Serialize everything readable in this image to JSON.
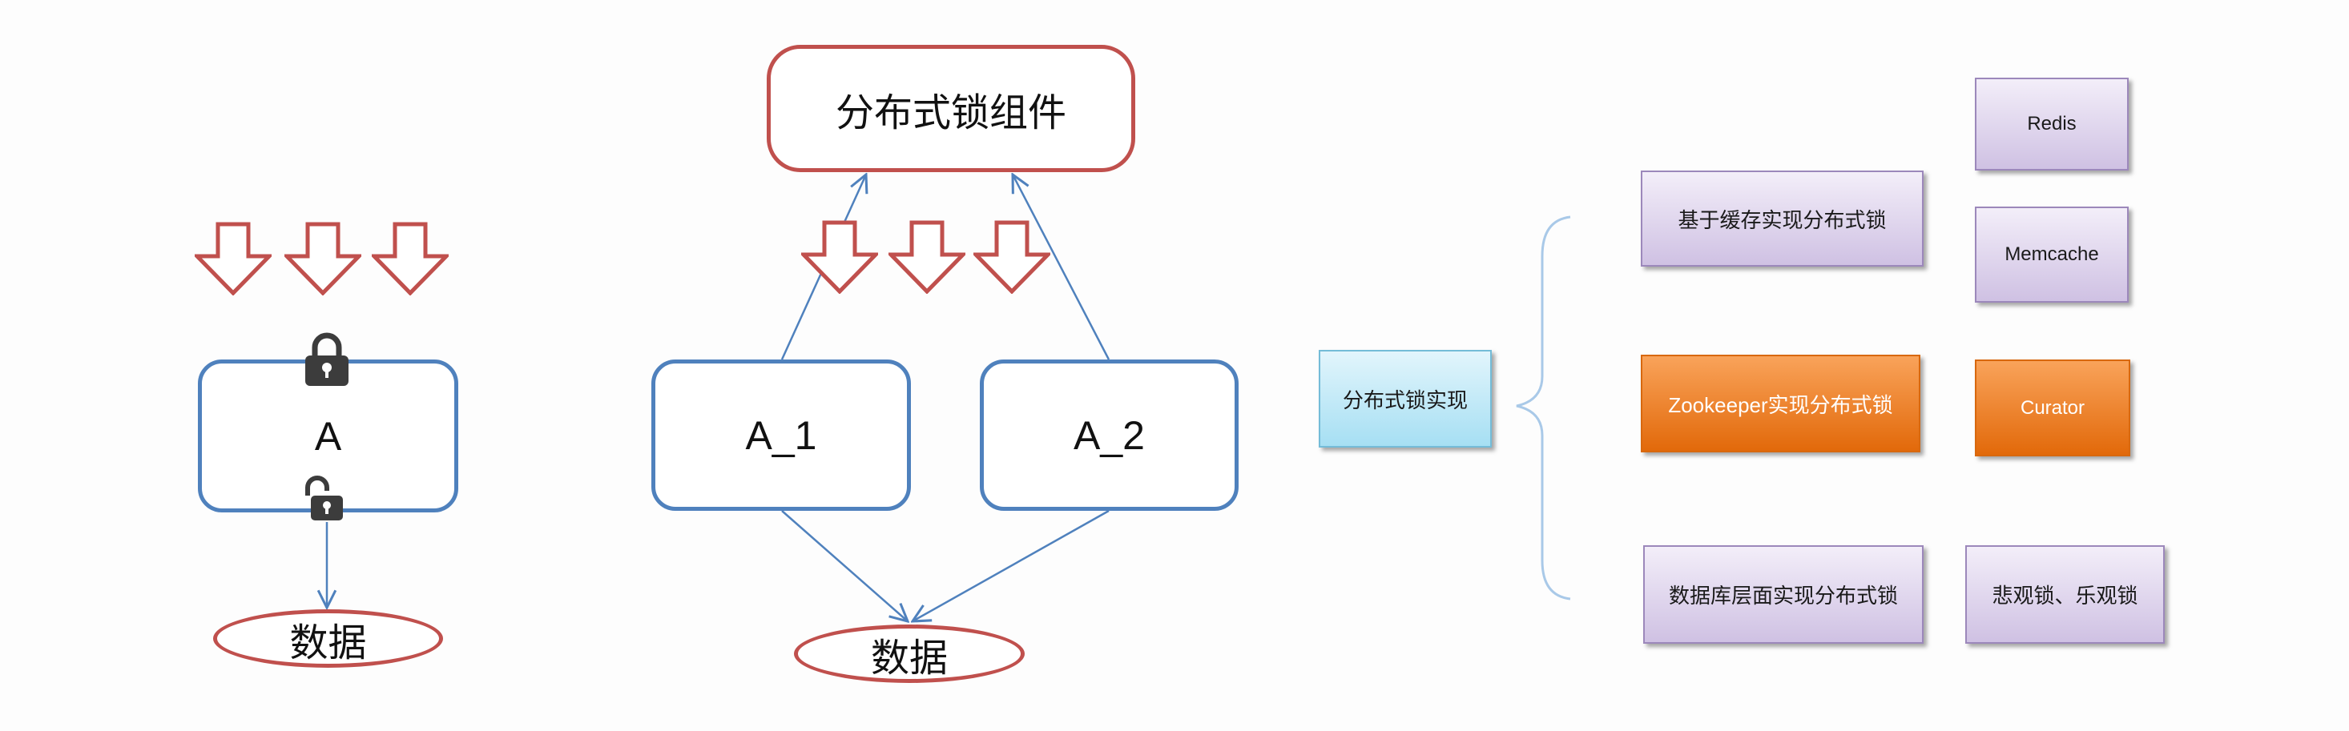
{
  "single_node": {
    "label": "A",
    "data_store_label": "数据"
  },
  "cluster": {
    "lock_component_label": "分布式锁组件",
    "nodes": [
      {
        "label": "A_1"
      },
      {
        "label": "A_2"
      }
    ],
    "data_store_label": "数据"
  },
  "implementations": {
    "root_label": "分布式锁实现",
    "branches": [
      {
        "label": "基于缓存实现分布式锁",
        "options": [
          "Redis",
          "Memcache"
        ]
      },
      {
        "label": "Zookeeper实现分布式锁",
        "options": [
          "Curator"
        ]
      },
      {
        "label": "数据库层面实现分布式锁",
        "options": [
          "悲观锁、乐观锁"
        ]
      }
    ]
  },
  "icons": {
    "request": "down-arrow-icon",
    "lock": "lock-icon",
    "unlock": "unlock-icon"
  },
  "colors": {
    "node_border": "#4f81bd",
    "component_border": "#c0504d",
    "connector": "#4f81bd",
    "brace": "#a9c9e8",
    "lock": "#3c3c3c"
  }
}
